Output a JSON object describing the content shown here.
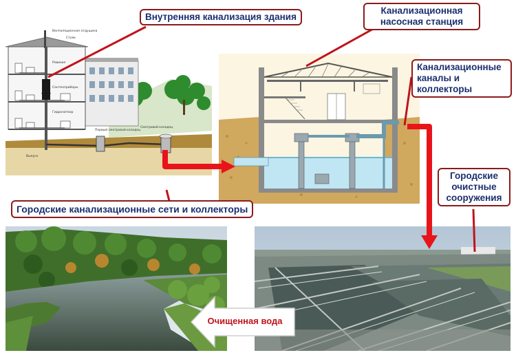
{
  "callouts": {
    "internal_sewage": "Внутренняя канализация здания",
    "pump_station": [
      "Канализационная",
      "насосная станция"
    ],
    "channels": [
      "Канализационные",
      "каналы и",
      "коллекторы"
    ],
    "city_networks": "Городские канализационные сети и коллекторы",
    "treatment": [
      "Городские",
      "очистные",
      "сооружения"
    ],
    "clean_water": "Очищенная вода"
  },
  "building_labels": {
    "vent": "Вентиляционная отдушина",
    "riser": "Стояк",
    "revision": "Ревизия",
    "fixtures": "Сантехприборы",
    "trap": "Гидрозатвор",
    "outlet": "Выпуск",
    "first_well": "Первый смотровой колодец",
    "view_well": "Смотровой колодец"
  },
  "colors": {
    "arrow": "#e8141a",
    "callout_border": "#8b1a1a",
    "callout_text": "#1b2f6e",
    "soil": "#c9a55a",
    "water": "#bfe6f2"
  }
}
